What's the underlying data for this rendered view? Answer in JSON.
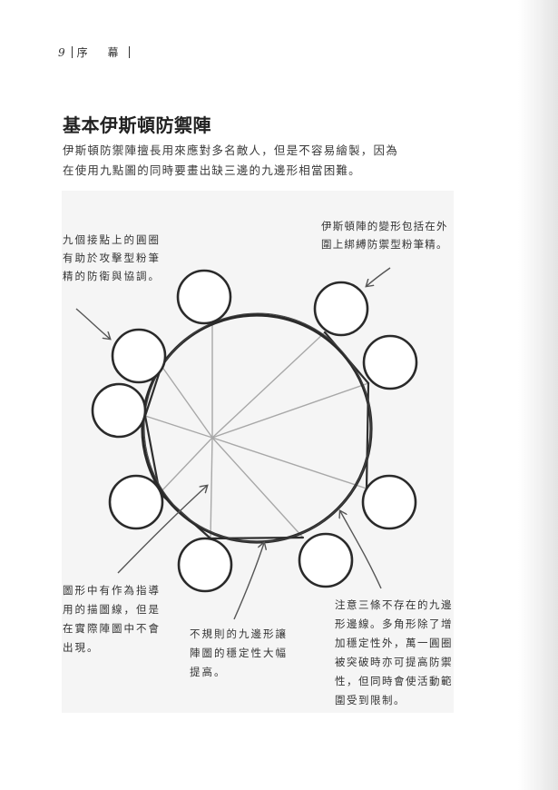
{
  "header": {
    "page_number": "9",
    "section": "序 幕"
  },
  "title": "基本伊斯頓防禦陣",
  "intro": [
    "伊斯頓防禦陣擅長用來應對多名敵人，但是不容易繪製，因為",
    "在使用九點圖的同時要畫出缺三邊的九邊形相當困難。"
  ],
  "annotations": {
    "top_left": [
      "九個接點上的圓圈",
      "有助於攻擊型粉筆",
      "精的防衛與協調。"
    ],
    "top_right": [
      "伊斯頓陣的變形包括在外",
      "圍上綁縛防禦型粉筆精。"
    ],
    "bottom_left": [
      "圖形中有作為指導",
      "用的描圖線，但是",
      "在實際陣圖中不會",
      "出現。"
    ],
    "bottom_middle": [
      "不規則的九邊形讓",
      "陣圖的穩定性大幅",
      "提高。"
    ],
    "bottom_right": [
      "注意三條不存在的九邊",
      "形邊線。多角形除了增",
      "加穩定性外，萬一圓圈",
      "被突破時亦可提高防禦",
      "性，但同時會使活動範",
      "圍受到限制。"
    ]
  },
  "colors": {
    "ink": "#2a2a2a",
    "pencil": "#9a9a9a",
    "figure_bg": "#f5f5f5"
  }
}
